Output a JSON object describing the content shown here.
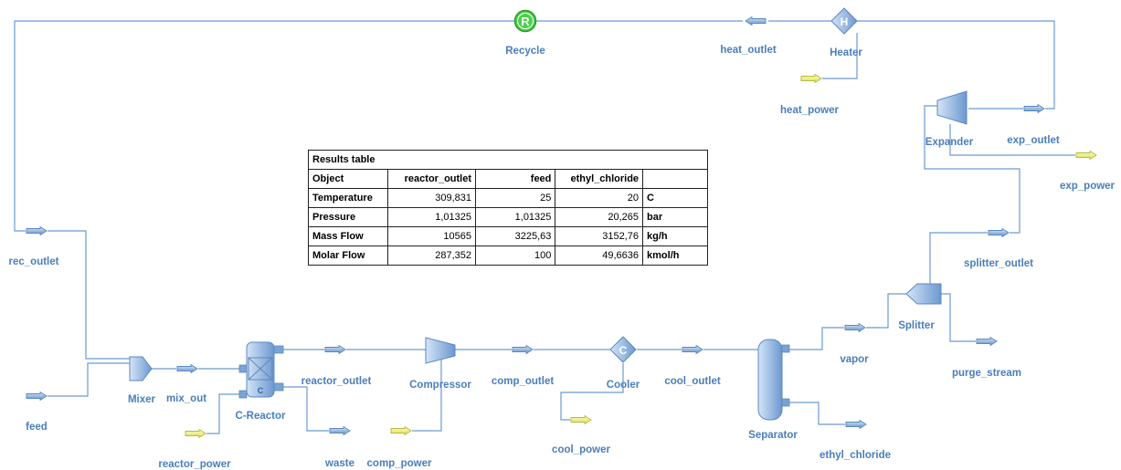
{
  "labels": {
    "recycle": "Recycle",
    "heat_outlet": "heat_outlet",
    "heater": "Heater",
    "heat_power": "heat_power",
    "expander": "Expander",
    "exp_outlet": "exp_outlet",
    "exp_power": "exp_power",
    "rec_outlet": "rec_outlet",
    "feed": "feed",
    "mixer": "Mixer",
    "mix_out": "mix_out",
    "c_reactor": "C-Reactor",
    "reactor_outlet": "reactor_outlet",
    "reactor_power": "reactor_power",
    "waste": "waste",
    "compressor": "Compressor",
    "comp_outlet": "comp_outlet",
    "comp_power": "comp_power",
    "cooler": "Cooler",
    "cool_outlet": "cool_outlet",
    "cool_power": "cool_power",
    "separator": "Separator",
    "vapor": "vapor",
    "ethyl_chloride": "ethyl_chloride",
    "splitter": "Splitter",
    "splitter_outlet": "splitter_outlet",
    "purge_stream": "purge_stream"
  },
  "icon_letters": {
    "recycle": "R",
    "heater": "H",
    "cooler": "C",
    "reactor": "C"
  },
  "results_table": {
    "title": "Results table",
    "headers": [
      "Object",
      "reactor_outlet",
      "feed",
      "ethyl_chloride",
      ""
    ],
    "rows": [
      [
        "Temperature",
        "309,831",
        "25",
        "20",
        "C"
      ],
      [
        "Pressure",
        "1,01325",
        "1,01325",
        "20,265",
        "bar"
      ],
      [
        "Mass Flow",
        "10565",
        "3225,63",
        "3152,76",
        "kg/h"
      ],
      [
        "Molar Flow",
        "287,352",
        "100",
        "49,6636",
        "kmol/h"
      ]
    ]
  },
  "colors": {
    "line": "#6a9bd0",
    "label": "#4a7ebb",
    "stream": "#6f9fd4",
    "power": "#f2f27a",
    "recycle": "#3bbf3b"
  }
}
